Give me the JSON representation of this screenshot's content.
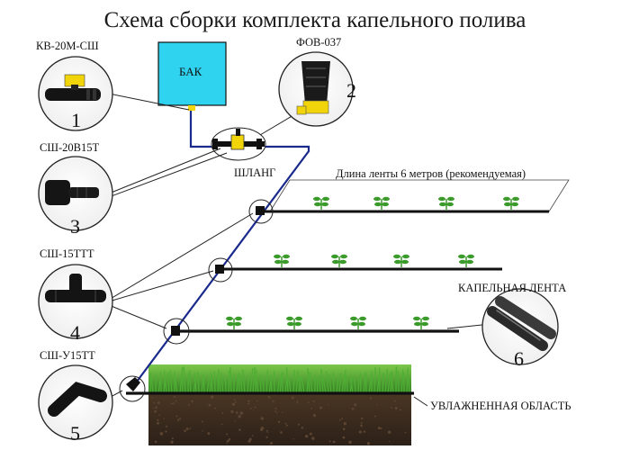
{
  "title": "Схема сборки комплекта капельного полива",
  "tank_label": "БАК",
  "components": [
    {
      "code": "КВ-20М-СШ",
      "number": "1",
      "icon": "valve-icon"
    },
    {
      "code": "ФОВ-037",
      "number": "2",
      "icon": "filter-icon"
    },
    {
      "code": "СШ-20В15Т",
      "number": "3",
      "icon": "hose-connector-icon"
    },
    {
      "code": "СШ-15ТТТ",
      "number": "4",
      "icon": "tee-connector-icon"
    },
    {
      "code": "СШ-У15ТТ",
      "number": "5",
      "icon": "elbow-connector-icon"
    },
    {
      "code": "",
      "number": "6",
      "icon": "drip-tape-icon"
    }
  ],
  "labels": {
    "hose": "ШЛАНГ",
    "tape_length": "Длина ленты 6 метров (рекомендуемая)",
    "drip_tape": "КАПЕЛЬНАЯ ЛЕНТА",
    "moist_area": "УВЛАЖНЕННАЯ ОБЛАСТЬ"
  },
  "colors": {
    "tank": "#2fd3f0",
    "hose": "#1a2a8c",
    "tape": "#111111",
    "plant": "#3a9a2a",
    "grass": "#3f9b2f",
    "soil": "#3a2a1d",
    "fitting": "#f2d40a"
  }
}
